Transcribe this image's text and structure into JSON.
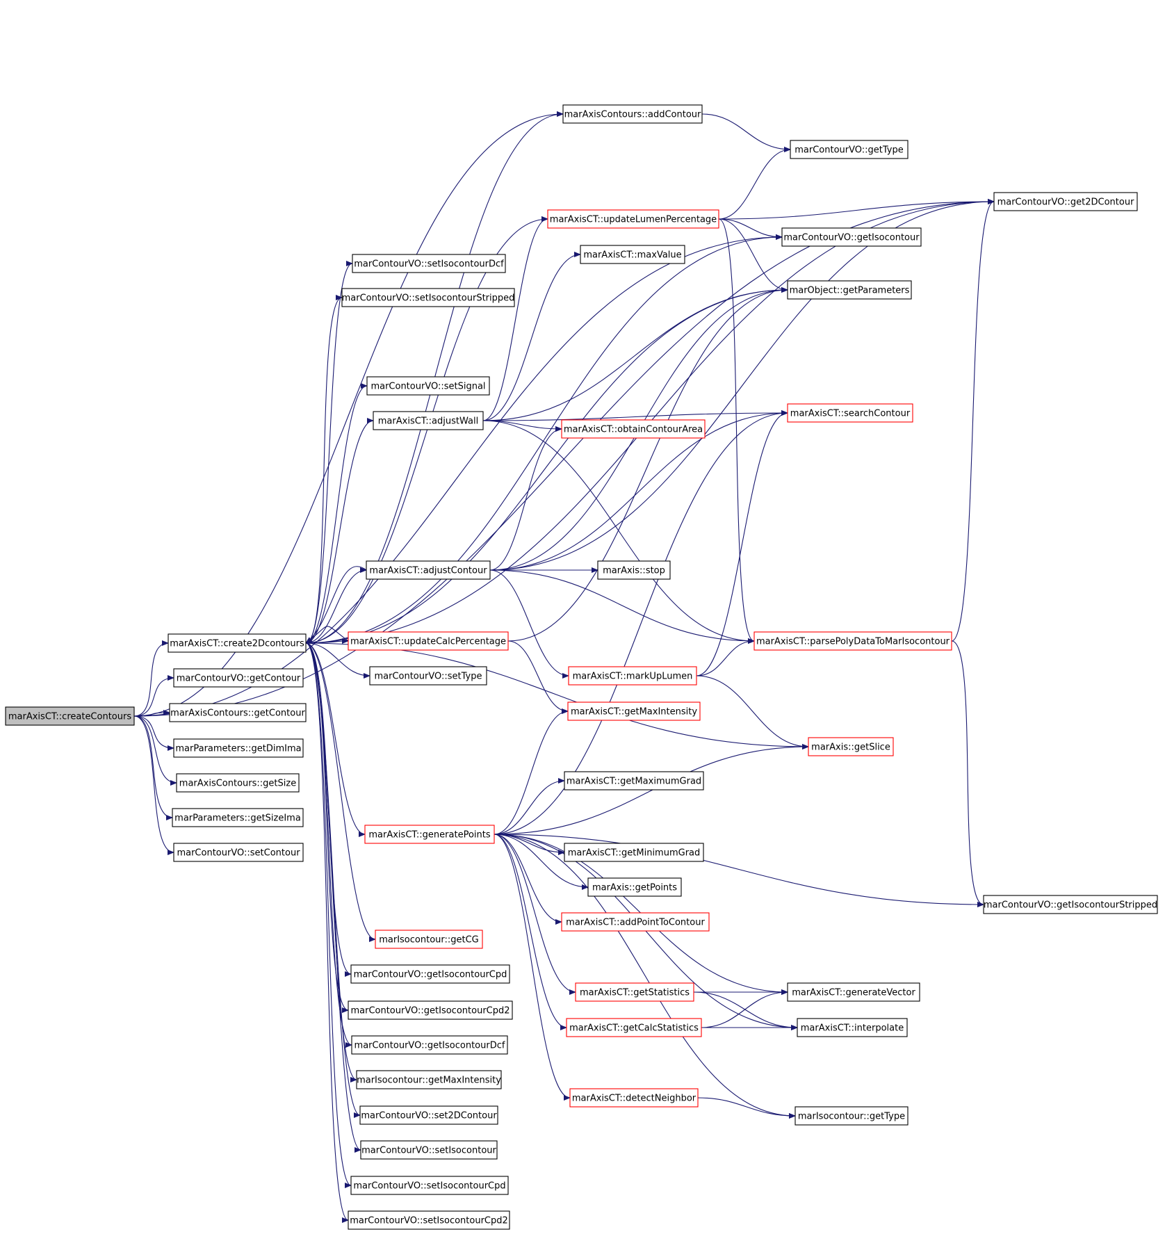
{
  "graph": {
    "nodes": [
      {
        "id": "createContours",
        "label": "marAxisCT::createContours",
        "style": "root"
      },
      {
        "id": "create2Dcontours",
        "label": "marAxisCT::create2Dcontours",
        "style": "black"
      },
      {
        "id": "vo_getContour",
        "label": "marContourVO::getContour",
        "style": "black"
      },
      {
        "id": "ac_getContour",
        "label": "marAxisContours::getContour",
        "style": "black"
      },
      {
        "id": "getDimIma",
        "label": "marParameters::getDimIma",
        "style": "black"
      },
      {
        "id": "ac_getSize",
        "label": "marAxisContours::getSize",
        "style": "black"
      },
      {
        "id": "getSizeIma",
        "label": "marParameters::getSizeIma",
        "style": "black"
      },
      {
        "id": "setContour",
        "label": "marContourVO::setContour",
        "style": "black"
      },
      {
        "id": "addContour",
        "label": "marAxisContours::addContour",
        "style": "black"
      },
      {
        "id": "getType",
        "label": "marContourVO::getType",
        "style": "black"
      },
      {
        "id": "get2DContour",
        "label": "marContourVO::get2DContour",
        "style": "black"
      },
      {
        "id": "updateLumenPercentage",
        "label": "marAxisCT::updateLumenPercentage",
        "style": "red"
      },
      {
        "id": "getIsocontour",
        "label": "marContourVO::getIsocontour",
        "style": "black"
      },
      {
        "id": "maxValue",
        "label": "marAxisCT::maxValue",
        "style": "black"
      },
      {
        "id": "setIsocontourDcf",
        "label": "marContourVO::setIsocontourDcf",
        "style": "black"
      },
      {
        "id": "getParameters",
        "label": "marObject::getParameters",
        "style": "black"
      },
      {
        "id": "setIsocontourStripped",
        "label": "marContourVO::setIsocontourStripped",
        "style": "black"
      },
      {
        "id": "setSignal",
        "label": "marContourVO::setSignal",
        "style": "black"
      },
      {
        "id": "searchContour",
        "label": "marAxisCT::searchContour",
        "style": "red"
      },
      {
        "id": "adjustWall",
        "label": "marAxisCT::adjustWall",
        "style": "black"
      },
      {
        "id": "obtainContourArea",
        "label": "marAxisCT::obtainContourArea",
        "style": "red"
      },
      {
        "id": "adjustContour",
        "label": "marAxisCT::adjustContour",
        "style": "black"
      },
      {
        "id": "stop",
        "label": "marAxis::stop",
        "style": "black"
      },
      {
        "id": "updateCalcPercentage",
        "label": "marAxisCT::updateCalcPercentage",
        "style": "red"
      },
      {
        "id": "parsePolyData",
        "label": "marAxisCT::parsePolyDataToMarIsocontour",
        "style": "red"
      },
      {
        "id": "setType",
        "label": "marContourVO::setType",
        "style": "black"
      },
      {
        "id": "markUpLumen",
        "label": "marAxisCT::markUpLumen",
        "style": "red"
      },
      {
        "id": "getMaxIntensityCT",
        "label": "marAxisCT::getMaxIntensity",
        "style": "red"
      },
      {
        "id": "getSlice",
        "label": "marAxis::getSlice",
        "style": "red"
      },
      {
        "id": "getMaximumGrad",
        "label": "marAxisCT::getMaximumGrad",
        "style": "black"
      },
      {
        "id": "generatePoints",
        "label": "marAxisCT::generatePoints",
        "style": "red"
      },
      {
        "id": "getMinimumGrad",
        "label": "marAxisCT::getMinimumGrad",
        "style": "black"
      },
      {
        "id": "getPoints",
        "label": "marAxis::getPoints",
        "style": "black"
      },
      {
        "id": "getIsocontourStripped",
        "label": "marContourVO::getIsocontourStripped",
        "style": "black"
      },
      {
        "id": "addPointToContour",
        "label": "marAxisCT::addPointToContour",
        "style": "red"
      },
      {
        "id": "getCG",
        "label": "marIsocontour::getCG",
        "style": "red"
      },
      {
        "id": "getIsocontourCpd",
        "label": "marContourVO::getIsocontourCpd",
        "style": "black"
      },
      {
        "id": "getStatistics",
        "label": "marAxisCT::getStatistics",
        "style": "red"
      },
      {
        "id": "generateVector",
        "label": "marAxisCT::generateVector",
        "style": "black"
      },
      {
        "id": "getIsocontourCpd2",
        "label": "marContourVO::getIsocontourCpd2",
        "style": "black"
      },
      {
        "id": "getCalcStatistics",
        "label": "marAxisCT::getCalcStatistics",
        "style": "red"
      },
      {
        "id": "interpolate",
        "label": "marAxisCT::interpolate",
        "style": "black"
      },
      {
        "id": "getIsocontourDcf",
        "label": "marContourVO::getIsocontourDcf",
        "style": "black"
      },
      {
        "id": "iso_getMaxIntensity",
        "label": "marIsocontour::getMaxIntensity",
        "style": "black"
      },
      {
        "id": "detectNeighbor",
        "label": "marAxisCT::detectNeighbor",
        "style": "red"
      },
      {
        "id": "set2DContour",
        "label": "marContourVO::set2DContour",
        "style": "black"
      },
      {
        "id": "iso_getType",
        "label": "marIsocontour::getType",
        "style": "black"
      },
      {
        "id": "setIsocontour",
        "label": "marContourVO::setIsocontour",
        "style": "black"
      },
      {
        "id": "setIsocontourCpd",
        "label": "marContourVO::setIsocontourCpd",
        "style": "black"
      },
      {
        "id": "setIsocontourCpd2",
        "label": "marContourVO::setIsocontourCpd2",
        "style": "black"
      }
    ],
    "edges": [
      [
        "createContours",
        "create2Dcontours"
      ],
      [
        "createContours",
        "vo_getContour"
      ],
      [
        "createContours",
        "ac_getContour"
      ],
      [
        "createContours",
        "getDimIma"
      ],
      [
        "createContours",
        "ac_getSize"
      ],
      [
        "createContours",
        "getSizeIma"
      ],
      [
        "createContours",
        "setContour"
      ],
      [
        "createContours",
        "addContour"
      ],
      [
        "createContours",
        "get2DContour"
      ],
      [
        "createContours",
        "getIsocontour"
      ],
      [
        "create2Dcontours",
        "addContour"
      ],
      [
        "create2Dcontours",
        "setIsocontourDcf"
      ],
      [
        "create2Dcontours",
        "setIsocontourStripped"
      ],
      [
        "create2Dcontours",
        "setSignal"
      ],
      [
        "create2Dcontours",
        "adjustWall"
      ],
      [
        "create2Dcontours",
        "adjustContour"
      ],
      [
        "create2Dcontours",
        "updateLumenPercentage"
      ],
      [
        "create2Dcontours",
        "updateCalcPercentage"
      ],
      [
        "create2Dcontours",
        "setType"
      ],
      [
        "create2Dcontours",
        "getSlice"
      ],
      [
        "create2Dcontours",
        "generatePoints"
      ],
      [
        "create2Dcontours",
        "getCG"
      ],
      [
        "create2Dcontours",
        "getIsocontourCpd"
      ],
      [
        "create2Dcontours",
        "getIsocontourCpd2"
      ],
      [
        "create2Dcontours",
        "getIsocontourDcf"
      ],
      [
        "create2Dcontours",
        "iso_getMaxIntensity"
      ],
      [
        "create2Dcontours",
        "set2DContour"
      ],
      [
        "create2Dcontours",
        "setIsocontour"
      ],
      [
        "create2Dcontours",
        "setIsocontourCpd"
      ],
      [
        "create2Dcontours",
        "setIsocontourCpd2"
      ],
      [
        "create2Dcontours",
        "getParameters"
      ],
      [
        "create2Dcontours",
        "get2DContour"
      ],
      [
        "create2Dcontours",
        "getIsocontour"
      ],
      [
        "addContour",
        "getType"
      ],
      [
        "updateLumenPercentage",
        "getType"
      ],
      [
        "updateLumenPercentage",
        "get2DContour"
      ],
      [
        "updateLumenPercentage",
        "getIsocontour"
      ],
      [
        "updateLumenPercentage",
        "getParameters"
      ],
      [
        "updateLumenPercentage",
        "parsePolyData"
      ],
      [
        "adjustWall",
        "updateLumenPercentage"
      ],
      [
        "adjustWall",
        "maxValue"
      ],
      [
        "adjustWall",
        "getParameters"
      ],
      [
        "adjustWall",
        "searchContour"
      ],
      [
        "adjustWall",
        "obtainContourArea"
      ],
      [
        "adjustWall",
        "parsePolyData"
      ],
      [
        "adjustContour",
        "create2Dcontours"
      ],
      [
        "adjustContour",
        "stop"
      ],
      [
        "adjustContour",
        "getParameters"
      ],
      [
        "adjustContour",
        "searchContour"
      ],
      [
        "adjustContour",
        "obtainContourArea"
      ],
      [
        "adjustContour",
        "parsePolyData"
      ],
      [
        "adjustContour",
        "markUpLumen"
      ],
      [
        "adjustContour",
        "get2DContour"
      ],
      [
        "updateCalcPercentage",
        "create2Dcontours"
      ],
      [
        "updateCalcPercentage",
        "getMaxIntensityCT"
      ],
      [
        "updateCalcPercentage",
        "getParameters"
      ],
      [
        "markUpLumen",
        "parsePolyData"
      ],
      [
        "markUpLumen",
        "getSlice"
      ],
      [
        "markUpLumen",
        "searchContour"
      ],
      [
        "parsePolyData",
        "get2DContour"
      ],
      [
        "parsePolyData",
        "getIsocontourStripped"
      ],
      [
        "generatePoints",
        "getMaxIntensityCT"
      ],
      [
        "generatePoints",
        "getSlice"
      ],
      [
        "generatePoints",
        "getMaximumGrad"
      ],
      [
        "generatePoints",
        "getMinimumGrad"
      ],
      [
        "generatePoints",
        "getPoints"
      ],
      [
        "generatePoints",
        "addPointToContour"
      ],
      [
        "generatePoints",
        "getStatistics"
      ],
      [
        "generatePoints",
        "getCalcStatistics"
      ],
      [
        "generatePoints",
        "detectNeighbor"
      ],
      [
        "generatePoints",
        "generateVector"
      ],
      [
        "generatePoints",
        "interpolate"
      ],
      [
        "generatePoints",
        "iso_getType"
      ],
      [
        "generatePoints",
        "searchContour"
      ],
      [
        "generatePoints",
        "getIsocontourStripped"
      ],
      [
        "getStatistics",
        "generateVector"
      ],
      [
        "getStatistics",
        "interpolate"
      ],
      [
        "getCalcStatistics",
        "generateVector"
      ],
      [
        "getCalcStatistics",
        "interpolate"
      ],
      [
        "detectNeighbor",
        "iso_getType"
      ]
    ]
  }
}
